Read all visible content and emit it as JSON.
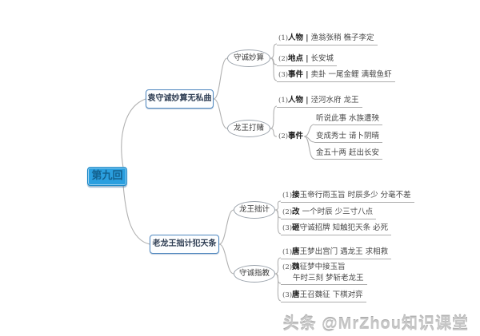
{
  "colors": {
    "root_fill": "#2b9fdf",
    "branch_border": "#4f87bf",
    "connector_line": "#b0b0b0",
    "watermark_gray": "#c6c6c6"
  },
  "mindmap": {
    "root": "第九回",
    "branches": [
      {
        "label": "袁守诚妙算无私曲",
        "nodes": [
          {
            "label": "守诚妙算",
            "items": [
              {
                "num": "(1)",
                "bold": "人物",
                "sep": "|",
                "text": "渔翁张稍 樵子李定"
              },
              {
                "num": "(2)",
                "bold": "地点",
                "sep": "|",
                "text": "长安城"
              },
              {
                "num": "(3)",
                "bold": "事件",
                "sep": "|",
                "text": "卖卦 一尾金鲤 满载鱼虾"
              }
            ]
          },
          {
            "label": "龙王打赌",
            "items": [
              {
                "num": "(1)",
                "bold": "人物",
                "sep": "|",
                "text": "泾河水府 龙王"
              },
              {
                "num": "(2)",
                "bold": "事件",
                "children": [
                  "听说此事 水族遭殃",
                  "变成秀士 请卜阴晴",
                  "金五十两 赶出长安"
                ]
              }
            ]
          }
        ]
      },
      {
        "label": "老龙王拙计犯天条",
        "nodes": [
          {
            "label": "龙王拙计",
            "items": [
              {
                "num": "(1)",
                "bold": "接",
                "text": "玉帝行雨玉旨 时辰多少 分毫不差"
              },
              {
                "num": "(2)",
                "bold": "改",
                "text": " 一个时辰 少三寸八点"
              },
              {
                "num": "(3)",
                "bold": "砸",
                "text": "守诚招牌 知触犯天条 必死"
              }
            ]
          },
          {
            "label": "守诚指教",
            "items": [
              {
                "num": "(1)",
                "bold": "唐",
                "text": "王梦出宫门 遇龙王 求相救"
              },
              {
                "num": "(2)",
                "bold": "魏",
                "text": "征梦中接玉旨",
                "text2": "午时三刻 梦斩老龙王"
              },
              {
                "num": "(3)",
                "bold": "唐",
                "text": "王召魏征 下棋对弈"
              }
            ]
          }
        ]
      }
    ]
  },
  "footer": {
    "watermark": "头条 @MrZhou知识课堂"
  }
}
